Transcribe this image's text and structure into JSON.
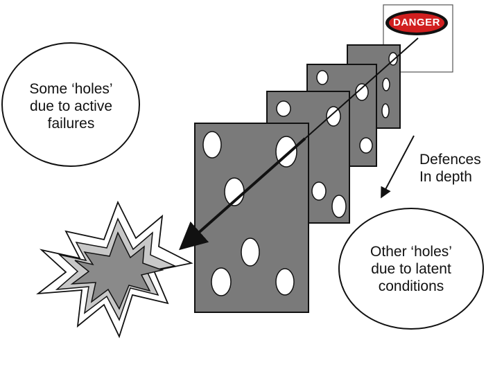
{
  "danger_sign": {
    "text": "DANGER"
  },
  "active_failures_note": {
    "line1": "Some ‘holes’",
    "line2": "due to active",
    "line3": "failures"
  },
  "latent_conditions_note": {
    "line1": "Other ‘holes’",
    "line2": "due to latent",
    "line3": "conditions"
  },
  "defences_label": {
    "line1": "Defences",
    "line2": "In depth"
  },
  "colors": {
    "slice_fill": "#7a7a7a",
    "outline": "#111111",
    "danger_red": "#cc1b1b",
    "burst_gray": "#8a8a8a"
  }
}
